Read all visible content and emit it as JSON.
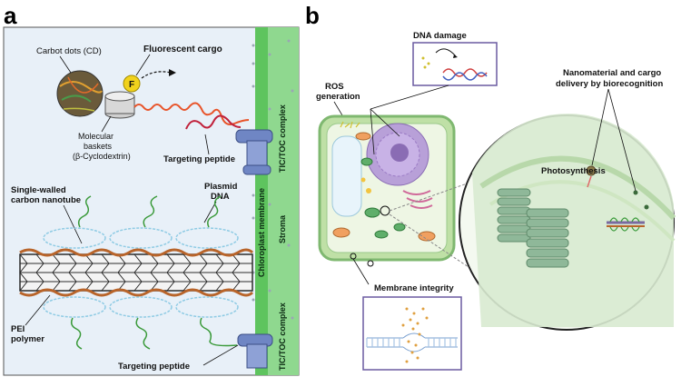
{
  "panel_a": {
    "letter": "a",
    "labels": {
      "carbon_dots": "Carbot dots (CD)",
      "fluorescent_cargo": "Fluorescent cargo",
      "cargo_symbol": "F",
      "molecular_baskets_1": "Molecular",
      "molecular_baskets_2": "baskets",
      "molecular_baskets_3": "(β-Cyclodextrin)",
      "targeting_peptide_top": "Targeting peptide",
      "swcnt_1": "Single-walled",
      "swcnt_2": "carbon nanotube",
      "plasmid_1": "Plasmid",
      "plasmid_2": "DNA",
      "pei_1": "PEI",
      "pei_2": "polymer",
      "targeting_peptide_bottom": "Targeting peptide",
      "chloroplast_membrane": "Chloroplast membrane",
      "stroma": "Stroma",
      "tic_toc_1": "TIC/TOC complex",
      "tic_toc_2": "TIC/TOC complex"
    }
  },
  "panel_b": {
    "letter": "b",
    "labels": {
      "dna_damage": "DNA damage",
      "ros_1": "ROS",
      "ros_2": "generation",
      "nanomaterial_1": "Nanomaterial and cargo",
      "nanomaterial_2": "delivery by biorecognition",
      "photosynthesis": "Photosynthesis",
      "membrane_integrity": "Membrane integrity"
    }
  },
  "colors": {
    "panel_a_bg": "#e8f0f8",
    "membrane_green": "#5ec45e",
    "stroma_green": "#8fd88f",
    "cell_wall": "#7fb870",
    "chloroplast": "#d8ead0",
    "thylakoid": "#8fb899",
    "tic_toc": "#6f86c4",
    "nanotube": "#2b2b2b",
    "pei": "#b8642a",
    "plasmid_green": "#3a9a3a",
    "inset_border": "#6a5aa0"
  }
}
